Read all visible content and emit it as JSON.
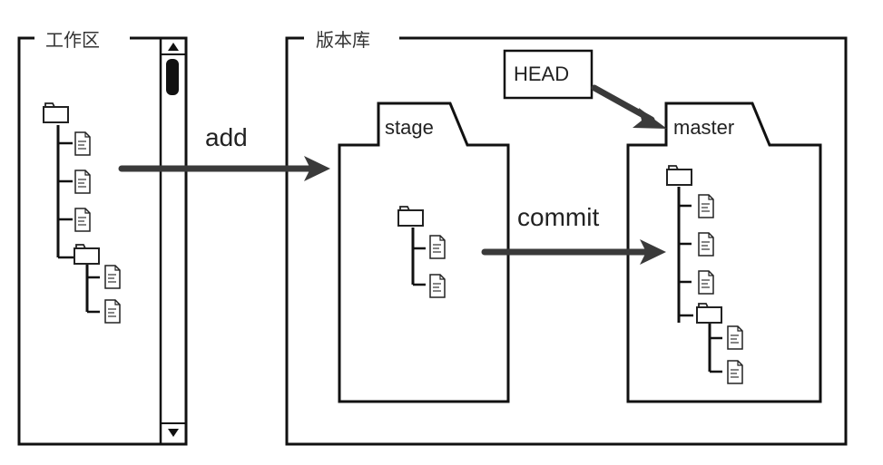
{
  "working_area": {
    "title": "工作区",
    "scrollbar": {
      "up_arrow": "▲",
      "down_arrow": "▼"
    },
    "tree": {
      "root": "folder-icon",
      "children": [
        "file",
        "file",
        "file",
        {
          "folder": [
            "file",
            "file"
          ]
        }
      ]
    }
  },
  "repository": {
    "title": "版本库",
    "head_label": "HEAD",
    "stage": {
      "label": "stage",
      "tree": {
        "root": "folder-icon",
        "children": [
          "file",
          "file"
        ]
      }
    },
    "master": {
      "label": "master",
      "tree": {
        "root": "folder-icon",
        "children": [
          "file",
          "file",
          "file",
          {
            "folder": [
              "file",
              "file"
            ]
          }
        ]
      }
    }
  },
  "arrows": {
    "add_label": "add",
    "commit_label": "commit"
  },
  "colors": {
    "line": "#111111",
    "arrow": "#3a3a3a",
    "background": "#ffffff"
  }
}
